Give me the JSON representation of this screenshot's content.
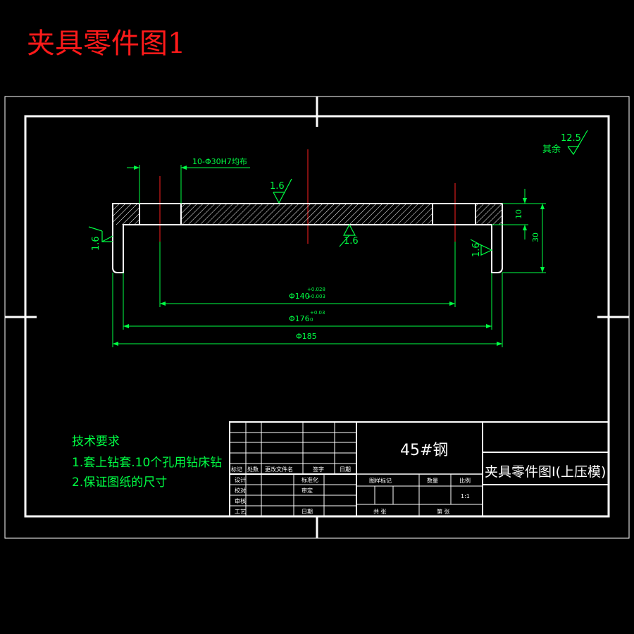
{
  "page_title": "夹具零件图1",
  "dimensions": {
    "holes_note": "10-Φ30H7均布",
    "dia_140": "Φ140",
    "dia_140_tol_upper": "+0.028",
    "dia_140_tol_lower": "+0.003",
    "dia_176": "Φ176",
    "dia_176_tol_upper": "+0.03",
    "dia_176_tol_lower": "0",
    "dia_185": "Φ185",
    "height_10": "10",
    "height_30": "30"
  },
  "roughness": {
    "other": "其余",
    "other_value": "12.5",
    "top": "1.6",
    "middle": "1.6",
    "left": "1.6",
    "right": "1.6"
  },
  "tech_requirements": {
    "title": "技术要求",
    "item1": "1.套上钻套.10个孔用钻床钻",
    "item2": "2.保证图纸的尺寸"
  },
  "title_block": {
    "material": "45#钢",
    "drawing_name": "夹具零件图Ⅰ(上压模)",
    "header_labels": [
      "标记",
      "处数",
      "更改文件名",
      "签字",
      "日期"
    ],
    "row_labels": [
      "设计",
      "校对",
      "审核",
      "工艺"
    ],
    "standardization": "标准化",
    "approval": "审定",
    "date_label": "日期",
    "stage_mark": "图样标记",
    "quantity": "数量",
    "scale_label": "比例",
    "scale_value": "1:1",
    "total_sheets": "共 张",
    "sheet_no": "第 张"
  }
}
